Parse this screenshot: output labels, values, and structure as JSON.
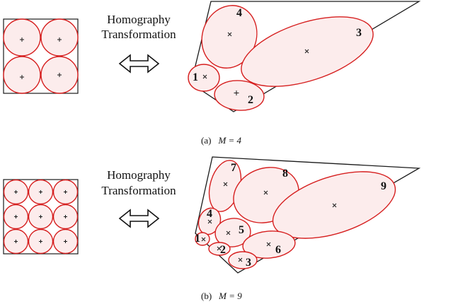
{
  "panels": [
    {
      "id": "a",
      "title_line1": "Homography",
      "title_line2": "Transformation",
      "caption_label": "(a)",
      "caption_math": "M = 4",
      "labels": [
        "1",
        "2",
        "3",
        "4"
      ]
    },
    {
      "id": "b",
      "title_line1": "Homography",
      "title_line2": "Transformation",
      "caption_label": "(b)",
      "caption_math": "M = 9",
      "labels": [
        "1",
        "2",
        "3",
        "4",
        "5",
        "6",
        "7",
        "8",
        "9"
      ]
    }
  ],
  "colors": {
    "circle_stroke": "#d61f1f",
    "circle_fill": "#fcecec",
    "outline": "#1a1a1a"
  }
}
